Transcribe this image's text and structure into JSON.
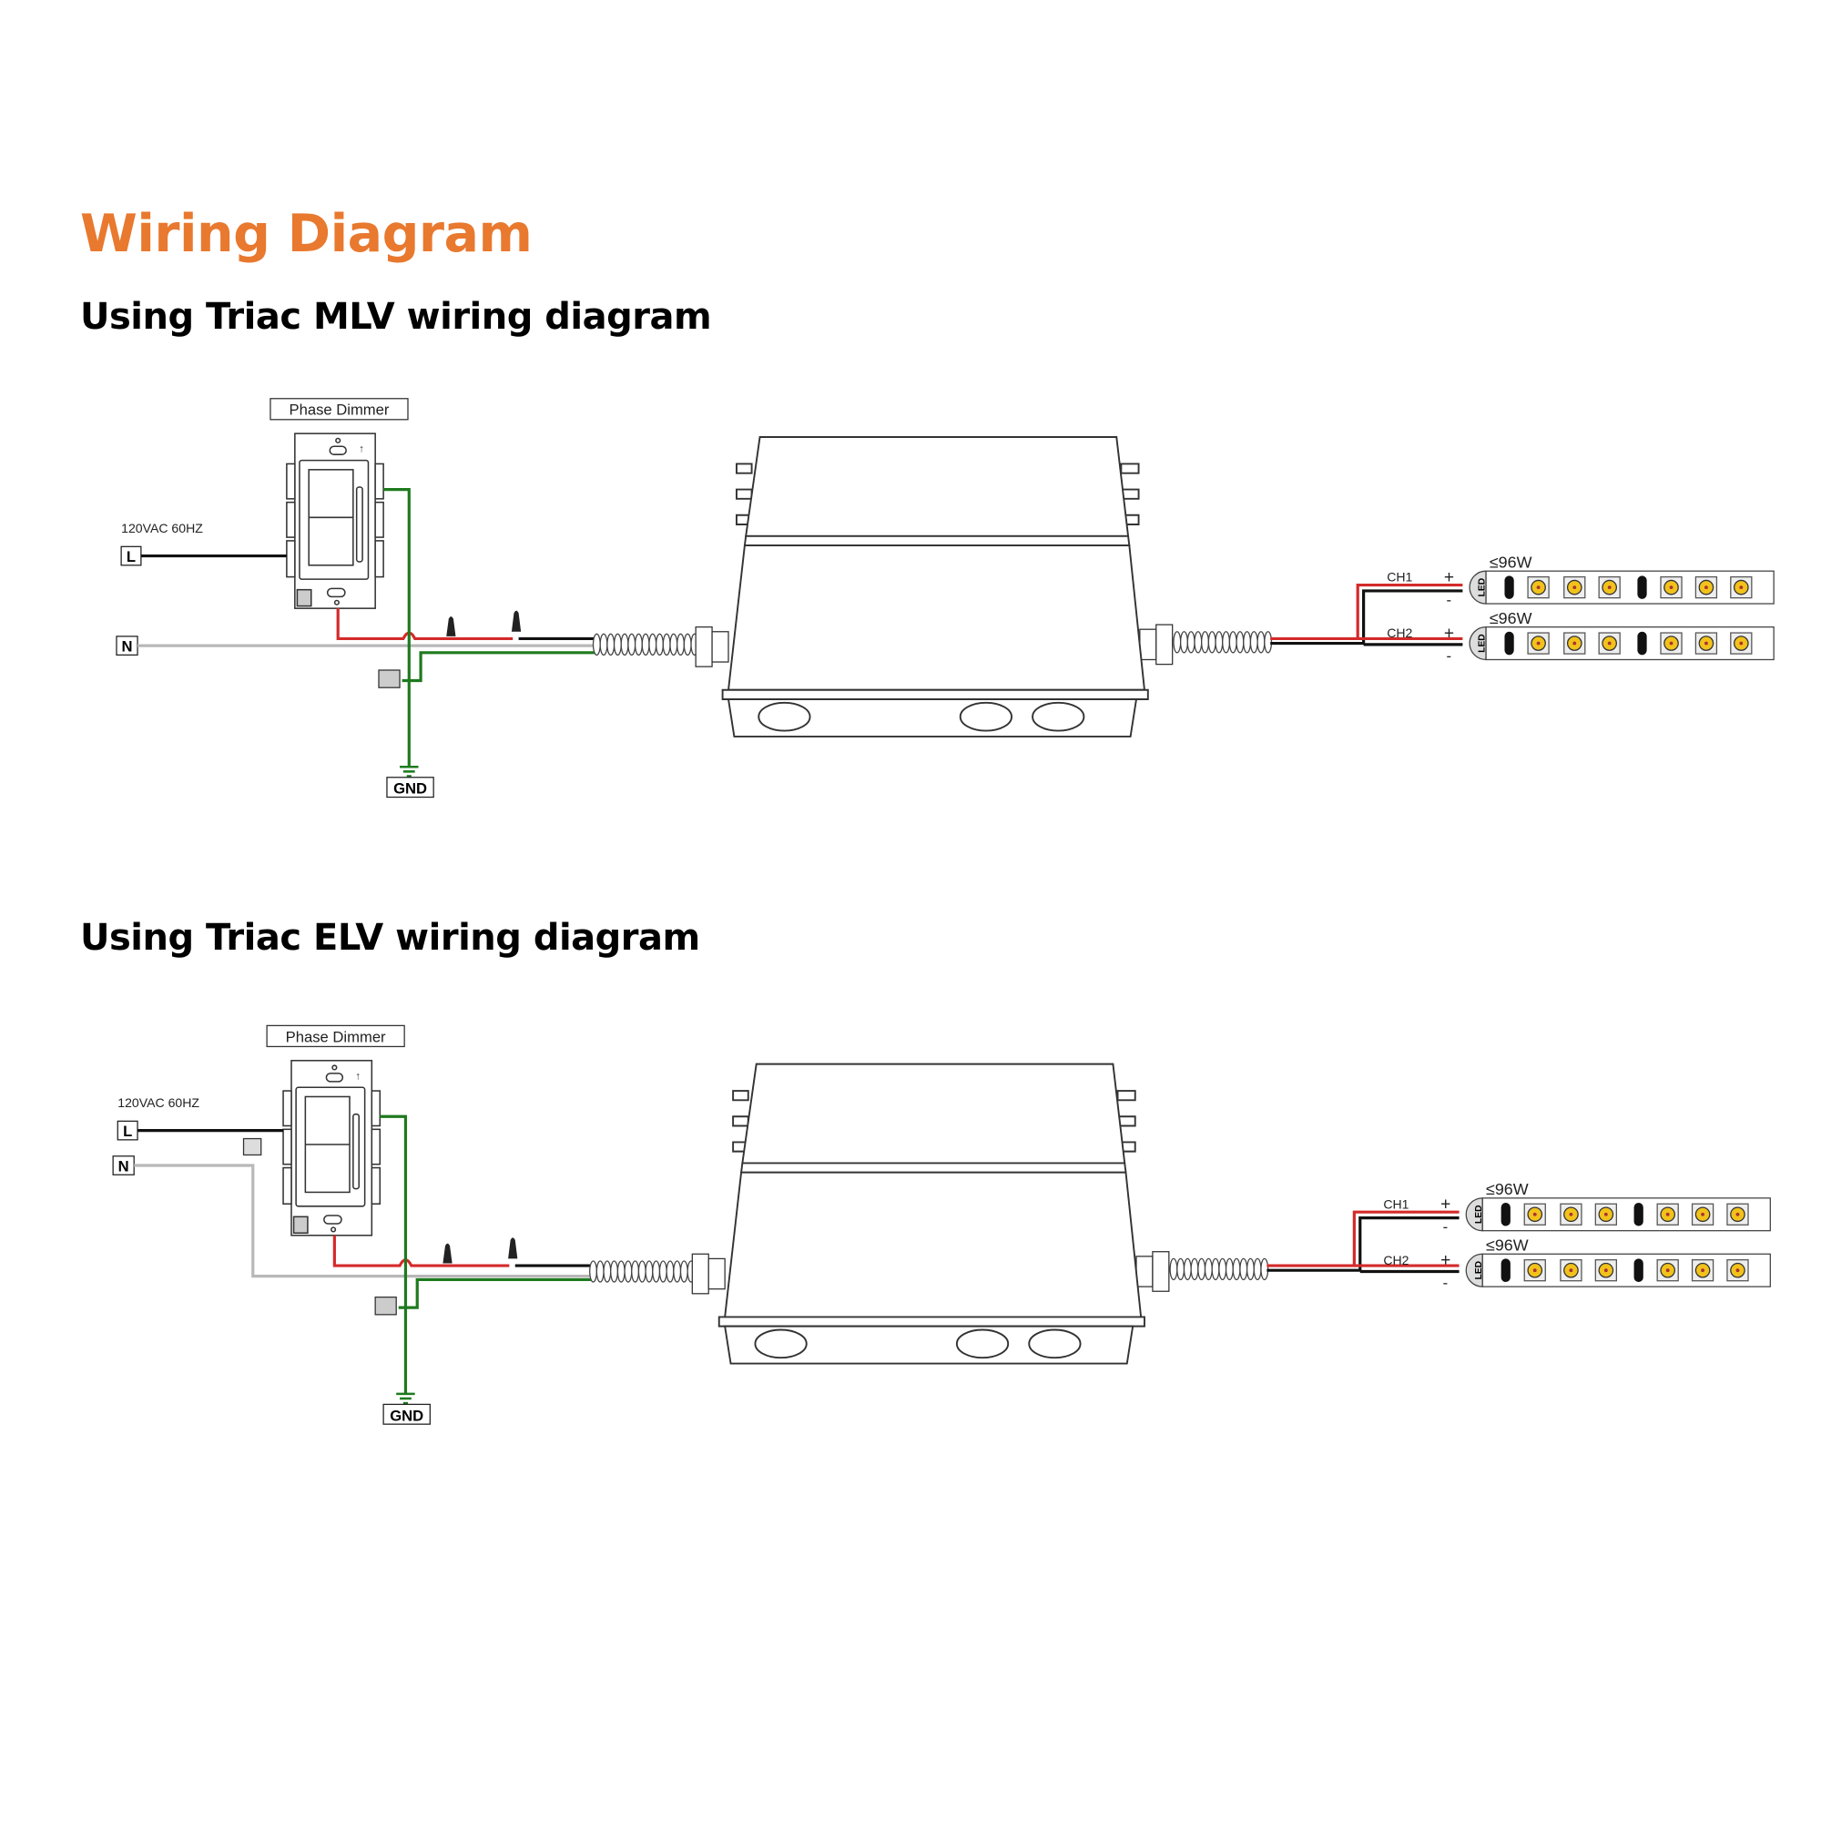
{
  "page": {
    "title": "Wiring Diagram"
  },
  "diagrams": [
    {
      "heading": "Using Triac MLV wiring diagram",
      "dimmer_label": "Phase Dimmer",
      "supply": "120VAC 60HZ",
      "line": "L",
      "neutral": "N",
      "ground": "GND",
      "channels": [
        {
          "name": "CH1",
          "power": "≤96W",
          "plus": "+",
          "minus": "-",
          "led": "LED"
        },
        {
          "name": "CH2",
          "power": "≤96W",
          "plus": "+",
          "minus": "-",
          "led": "LED"
        }
      ]
    },
    {
      "heading": "Using Triac ELV wiring diagram",
      "dimmer_label": "Phase Dimmer",
      "supply": "120VAC 60HZ",
      "line": "L",
      "neutral": "N",
      "ground": "GND",
      "channels": [
        {
          "name": "CH1",
          "power": "≤96W",
          "plus": "+",
          "minus": "-",
          "led": "LED"
        },
        {
          "name": "CH2",
          "power": "≤96W",
          "plus": "+",
          "minus": "-",
          "led": "LED"
        }
      ]
    }
  ],
  "colors": {
    "title": "#E8792F",
    "live_wire": "#D42A2A",
    "neutral_wire": "#B8B8B8",
    "ground_wire": "#1E7A1E",
    "led_chip": "#F2C21B"
  }
}
